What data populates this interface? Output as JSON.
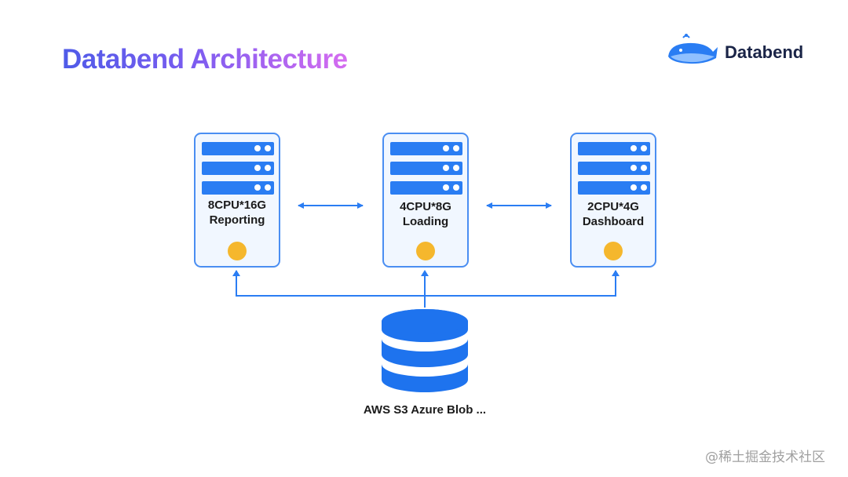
{
  "title": "Databend Architecture",
  "logo": {
    "text": "Databend"
  },
  "servers": [
    {
      "spec": "8CPU*16G",
      "role": "Reporting"
    },
    {
      "spec": "4CPU*8G",
      "role": "Loading"
    },
    {
      "spec": "2CPU*4G",
      "role": "Dashboard"
    }
  ],
  "storage": {
    "label": "AWS S3 Azure Blob ..."
  },
  "watermark": "@稀土掘金技术社区",
  "colors": {
    "accent_blue": "#2a7df3",
    "server_border": "#4a8ef2",
    "status_yellow": "#f5b72d",
    "title_gradient_start": "#4f5be8",
    "title_gradient_end": "#d66cf0"
  }
}
